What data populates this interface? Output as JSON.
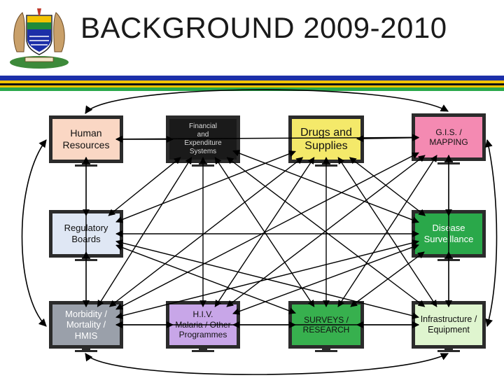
{
  "slide": {
    "title": "BACKGROUND 2009-2010"
  },
  "colors": {
    "blue": "#1c2fa8",
    "gold": "#f2c300",
    "green": "#2aa84a",
    "black": "#111111"
  },
  "nodes": {
    "hr": {
      "label": "Human\nResources",
      "color": "#fad7c4"
    },
    "fin": {
      "label": "Financial\nand\nExpenditure\nSystems",
      "color": "#1a1a1a"
    },
    "drugs": {
      "label": "Drugs and\nSupplies",
      "color": "#f4e96a"
    },
    "gis": {
      "label": "G.I.S. /\nMAPPING",
      "color": "#f48ab2"
    },
    "reg": {
      "label": "Regulatory\nBoards",
      "color": "#dfe7f4"
    },
    "dis": {
      "label": "Disease\nSurveillance",
      "color": "#2aa84a"
    },
    "morb": {
      "label": "Morbidity /\nMortality /\nHMIS",
      "color": "#9aa0aa"
    },
    "hiv": {
      "label": "H.I.V.\nMalaria / Other\nProgrammes",
      "color": "#c8a6e8"
    },
    "surveys": {
      "label": "SURVEYS /\nRESEARCH",
      "color": "#37b04e"
    },
    "infra": {
      "label": "Infrastructure /\nEquipment",
      "color": "#dff5cf"
    }
  },
  "links": [
    [
      "hr",
      "fin"
    ],
    [
      "drugs",
      "gis"
    ],
    [
      "hr",
      "reg"
    ],
    [
      "gis",
      "dis"
    ],
    [
      "reg",
      "morb"
    ],
    [
      "dis",
      "infra"
    ],
    [
      "morb",
      "hiv"
    ],
    [
      "surveys",
      "infra"
    ],
    [
      "hr",
      "gis"
    ],
    [
      "hr",
      "morb"
    ],
    [
      "fin",
      "infra"
    ],
    [
      "gis",
      "infra"
    ],
    [
      "fin",
      "hiv"
    ],
    [
      "fin",
      "surveys"
    ],
    [
      "fin",
      "dis"
    ],
    [
      "fin",
      "reg"
    ],
    [
      "fin",
      "morb"
    ],
    [
      "drugs",
      "morb"
    ],
    [
      "drugs",
      "hiv"
    ],
    [
      "drugs",
      "surveys"
    ],
    [
      "drugs",
      "reg"
    ],
    [
      "drugs",
      "infra"
    ],
    [
      "drugs",
      "dis"
    ],
    [
      "reg",
      "dis"
    ],
    [
      "reg",
      "surveys"
    ],
    [
      "reg",
      "infra"
    ],
    [
      "dis",
      "hiv"
    ],
    [
      "dis",
      "morb"
    ],
    [
      "dis",
      "surveys"
    ],
    [
      "hiv",
      "gis"
    ],
    [
      "surveys",
      "gis"
    ],
    [
      "morb",
      "gis"
    ],
    [
      "hiv",
      "surveys"
    ],
    [
      "morb",
      "infra"
    ]
  ]
}
